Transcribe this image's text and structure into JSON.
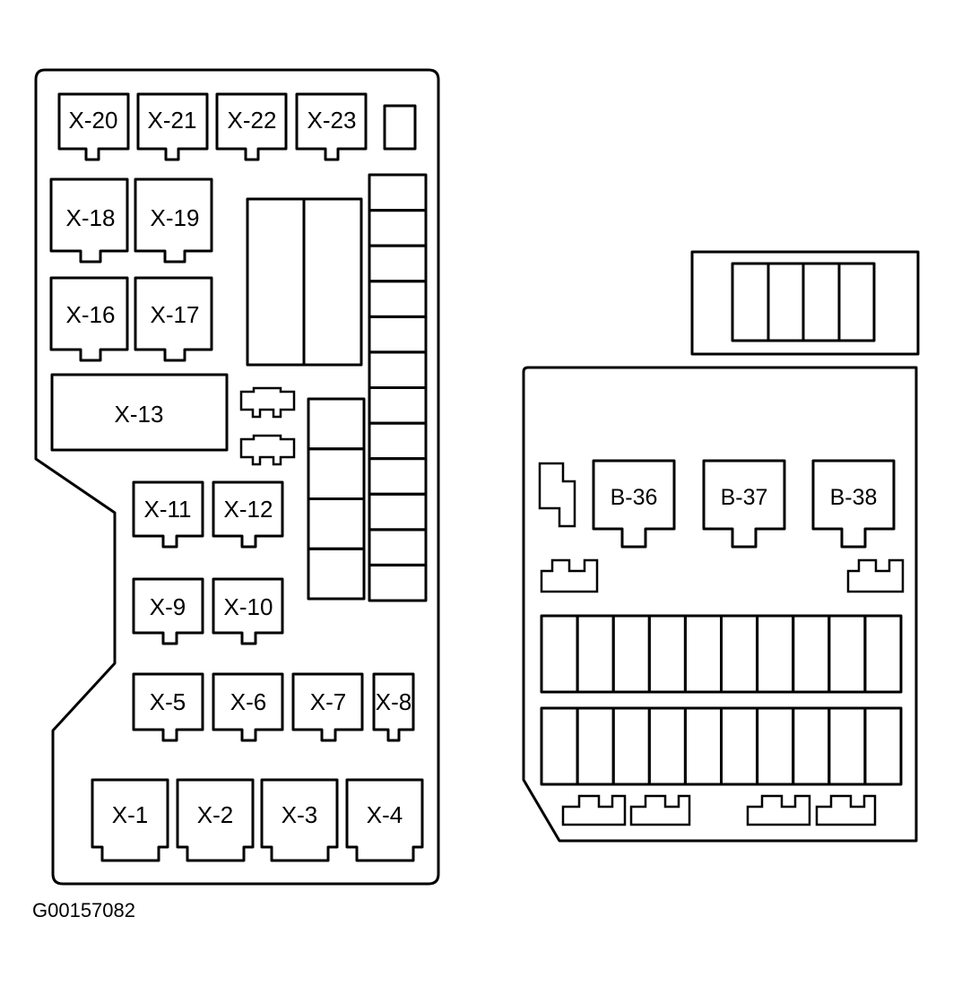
{
  "left_box": {
    "relays": {
      "x20": "X-20",
      "x21": "X-21",
      "x22": "X-22",
      "x23": "X-23",
      "x18": "X-18",
      "x19": "X-19",
      "x16": "X-16",
      "x17": "X-17",
      "x13": "X-13",
      "x11": "X-11",
      "x12": "X-12",
      "x9": "X-9",
      "x10": "X-10",
      "x5": "X-5",
      "x6": "X-6",
      "x7": "X-7",
      "x8": "X-8",
      "x1": "X-1",
      "x2": "X-2",
      "x3": "X-3",
      "x4": "X-4"
    }
  },
  "right_box": {
    "relays": {
      "b36": "B-36",
      "b37": "B-37",
      "b38": "B-38"
    }
  },
  "figure_id": "G00157082"
}
